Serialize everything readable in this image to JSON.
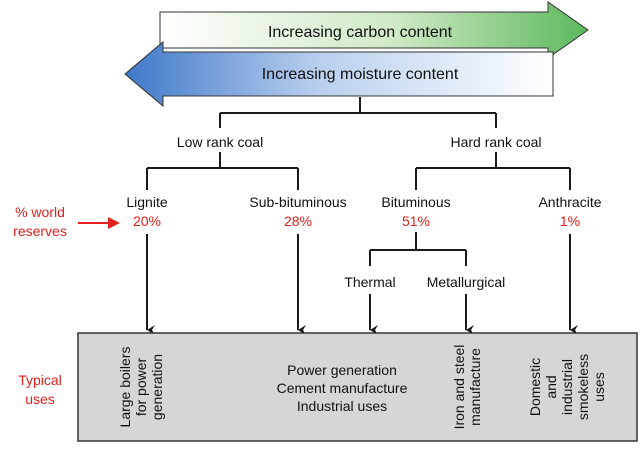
{
  "banners": {
    "carbon": "Increasing carbon content",
    "moisture": "Increasing moisture content"
  },
  "ranks": {
    "low": "Low rank coal",
    "hard": "Hard rank coal"
  },
  "coal_types": [
    {
      "name": "Lignite",
      "reserve": "20%"
    },
    {
      "name": "Sub-bituminous",
      "reserve": "28%"
    },
    {
      "name": "Bituminous",
      "reserve": "51%"
    },
    {
      "name": "Anthracite",
      "reserve": "1%"
    }
  ],
  "bituminous_subtypes": [
    "Thermal",
    "Metallurgical"
  ],
  "side_labels": {
    "reserves_line1": "% world",
    "reserves_line2": "reserves",
    "uses_line1": "Typical",
    "uses_line2": "uses"
  },
  "uses": {
    "lignite": [
      "Large boilers",
      "for power",
      "generation"
    ],
    "center": [
      "Power generation",
      "Cement manufacture",
      "Industrial uses"
    ],
    "metallurgical": [
      "Iron and steel",
      "manufacture"
    ],
    "anthracite": [
      "Domestic",
      "and",
      "industrial",
      "smokeless",
      "uses"
    ]
  },
  "colors": {
    "accent_red": "#e3201b",
    "box_fill": "#d6d6d6",
    "carbon_arrow_start": "#ffffff",
    "carbon_arrow_end": "#5cb85c",
    "moisture_arrow_start": "#3f78c8",
    "moisture_arrow_end": "#ffffff"
  }
}
